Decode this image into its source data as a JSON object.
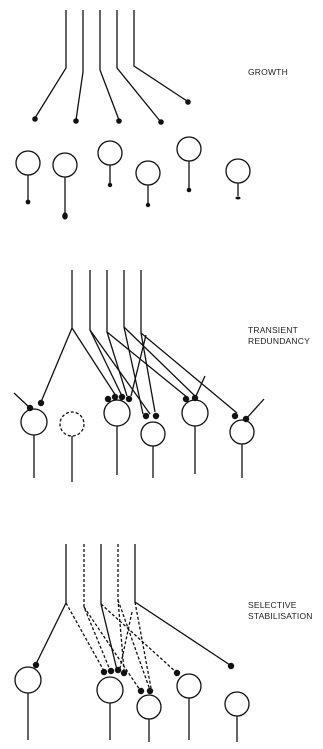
{
  "stages": [
    {
      "id": "growth",
      "lines": [
        "GROWTH"
      ]
    },
    {
      "id": "transient",
      "lines": [
        "TRANSIENT",
        "REDUNDANCY"
      ]
    },
    {
      "id": "selective",
      "lines": [
        "SELECTIVE",
        "STABILISATION"
      ]
    }
  ],
  "colors": {
    "ink": "#111111",
    "background": "#ffffff"
  }
}
